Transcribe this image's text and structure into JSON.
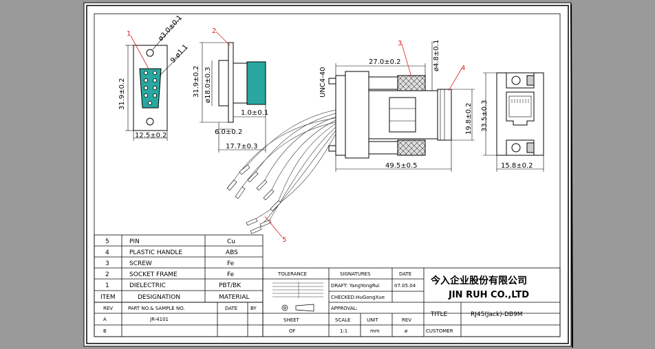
{
  "callouts": {
    "c1": "1",
    "c2": "2",
    "c3": "3",
    "c4": "4",
    "c5": "5"
  },
  "dims": {
    "hole_dia": "ø3.0±0.1",
    "pin_holes": "9-ø1.1",
    "front_height": "31.9±0.2",
    "front_width": "12.5±0.2",
    "side_height": "31.9±0.2",
    "side_dia": "ø18.0±0.3",
    "side_flange": "1.0±0.1",
    "side_thick": "6.0±0.2",
    "side_length": "17.7±0.3",
    "top_span": "27.0±0.2",
    "screw_dia": "ø4.8±0.1",
    "thread": "UNC4-40",
    "body_height": "19.8±0.2",
    "overall_length": "49.5±0.5",
    "end_height": "33.5±0.3",
    "end_width": "15.8±0.2"
  },
  "bom": {
    "rows": [
      {
        "item": "5",
        "designation": "PIN",
        "material": "Cu"
      },
      {
        "item": "4",
        "designation": "PLASTIC HANDLE",
        "material": "ABS"
      },
      {
        "item": "3",
        "designation": "SCREW",
        "material": "Fe"
      },
      {
        "item": "2",
        "designation": "SOCKET FRAME",
        "material": "Fe"
      },
      {
        "item": "1",
        "designation": "DIELECTRIC",
        "material": "PBT/BK"
      }
    ],
    "header": {
      "item": "ITEM",
      "designation": "DESIGNATION",
      "material": "MATERIAL"
    }
  },
  "rev_table": {
    "header": {
      "rev": "REV",
      "part": "PART NO.& SAMPLE NO.",
      "date": "DATE",
      "by": "BY"
    },
    "rows": [
      {
        "rev": "A",
        "part": "JR-4101"
      },
      {
        "rev": "B",
        "part": ""
      }
    ]
  },
  "title_block": {
    "tolerance": "TOLERANCE",
    "signatures": "SIGNATURES",
    "date_label": "DATE",
    "draft": "DRAFT: YangYongRui",
    "draft_date": "07.05.04",
    "checked": "CHECKED:HuGongXue",
    "approval": "APPROVAL:",
    "sheet_label": "SHEET",
    "sheet_value": "OF",
    "scale_label": "SCALE",
    "scale_value": "1:1",
    "unit_label": "UNIT",
    "unit_value": "mm",
    "rev_label": "REV",
    "rev_value": "ø",
    "company_cn": "今入企业股份有限公司",
    "company_en": "JIN RUH CO.,LTD",
    "title_label": "TITLE",
    "title_value": "RJ45(Jack)-DB9M",
    "customer_label": "CUSTOMER"
  },
  "colors": {
    "background": "#9a9a9a",
    "paper": "#ffffff",
    "dielectric": "#2aa6a0",
    "callout": "#d42020"
  }
}
